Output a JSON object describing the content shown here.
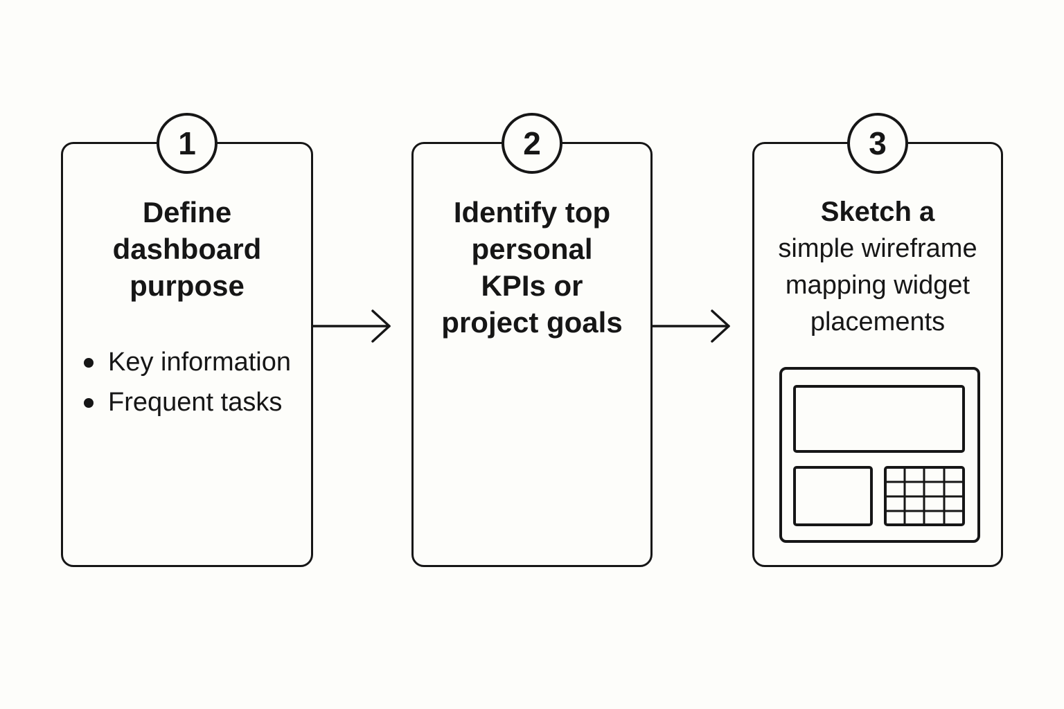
{
  "steps": [
    {
      "number": "1",
      "title_lines": [
        "Define",
        "dashboard",
        "purpose"
      ],
      "bullets": [
        "Key information",
        "Frequent tasks"
      ]
    },
    {
      "number": "2",
      "title_lines": [
        "Identify top",
        "personal",
        "KPIs or",
        "project goals"
      ]
    },
    {
      "number": "3",
      "title_lines": [
        "Sketch a",
        "simple wireframe",
        "mapping widget",
        "placements"
      ]
    }
  ],
  "icons": {
    "arrow": "right-arrow-icon",
    "wireframe": "dashboard-wireframe-icon"
  },
  "colors": {
    "background": "#fdfdfa",
    "stroke": "#161616"
  }
}
